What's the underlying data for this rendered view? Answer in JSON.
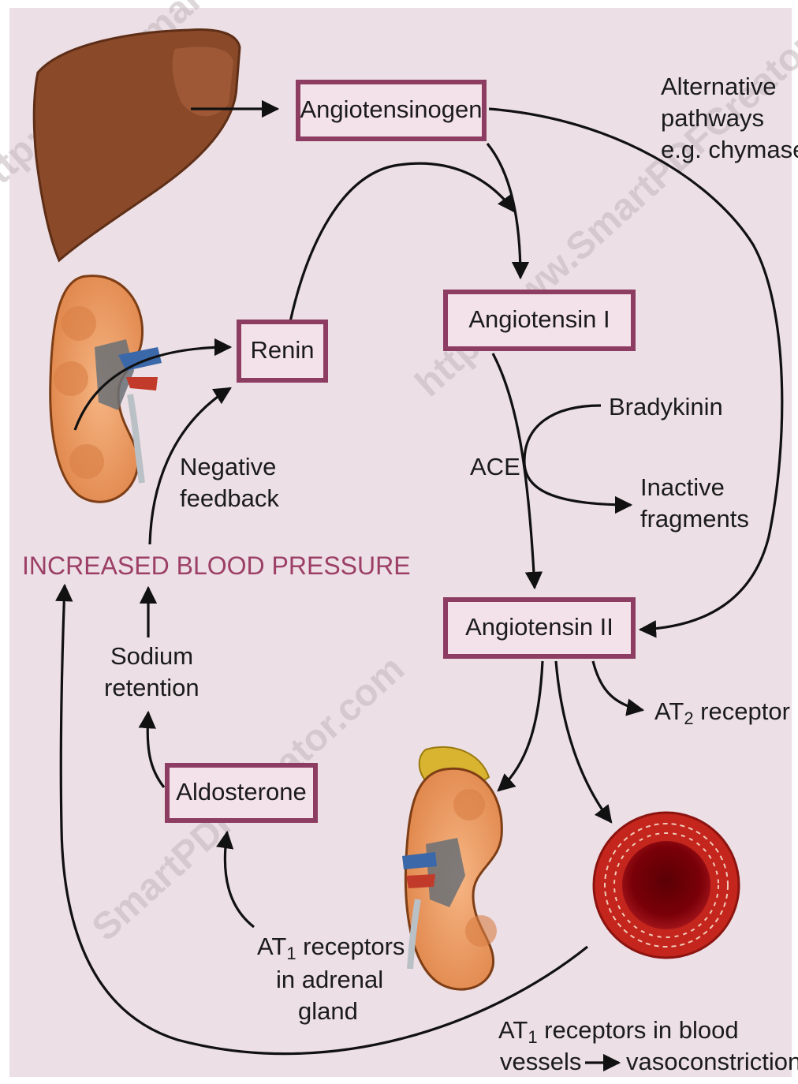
{
  "nodes": {
    "angiotensinogen": "Angiotensinogen",
    "renin": "Renin",
    "angiotensin_i": "Angiotensin I",
    "angiotensin_ii": "Angiotensin II",
    "aldosterone": "Aldosterone"
  },
  "labels": {
    "alternative": [
      "Alternative",
      "pathways",
      "e.g. chymase"
    ],
    "bradykinin": "Bradykinin",
    "ace": "ACE",
    "inactive": [
      "Inactive",
      "fragments"
    ],
    "negative_feedback": [
      "Negative",
      "feedback"
    ],
    "increased_bp": "INCREASED BLOOD PRESSURE",
    "sodium_retention": [
      "Sodium",
      "retention"
    ],
    "at2_prefix": "AT",
    "at2_sub": "2",
    "at2_suffix": " receptor",
    "at1_adrenal_prefix": "AT",
    "at1_adrenal_sub": "1",
    "at1_adrenal_suffix": " receptors",
    "at1_adrenal_lines": [
      "in adrenal",
      "gland"
    ],
    "at1_vessels_prefix": "AT",
    "at1_vessels_sub": "1",
    "at1_vessels_suffix": " receptors in blood",
    "vessels_left": "vessels",
    "vessels_right": "vasoconstriction"
  },
  "watermarks": [
    "http://www.SmartPDFCreator.com",
    "http://www.SmartPDFCreator.com",
    "SmartPDFCreator.com"
  ],
  "colors": {
    "background": "#ecdfe5",
    "box_border": "#8e3d62",
    "box_fill": "#f4e2ea",
    "bp_text": "#9c3f66",
    "liver": "#8a4a2a",
    "kidney": "#e99a62",
    "vessel_wall": "#c4251c",
    "vessel_lumen": "#6d0006"
  }
}
